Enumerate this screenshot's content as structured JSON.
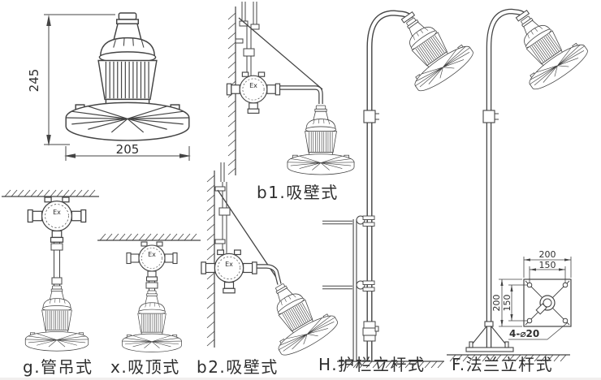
{
  "canvas": {
    "background": "#ffffff",
    "line_color": "#444444"
  },
  "lamp_front_view": {
    "height_dim": "245",
    "width_dim": "205"
  },
  "junction_box": {
    "ex_mark": "Ex"
  },
  "mount_styles": {
    "b1": {
      "label": "b1.吸壁式"
    },
    "g": {
      "label": "g.管吊式"
    },
    "x": {
      "label": "x.吸顶式"
    },
    "b2": {
      "label": "b2.吸壁式"
    },
    "H": {
      "label": "H.护栏立杆式"
    },
    "F": {
      "label": "F.法兰立杆式"
    }
  },
  "flange_detail": {
    "outer_width": "200",
    "bolt_spacing_width": "150",
    "outer_height": "200",
    "bolt_spacing_height": "150",
    "bolt_holes": "4-⌀20"
  }
}
